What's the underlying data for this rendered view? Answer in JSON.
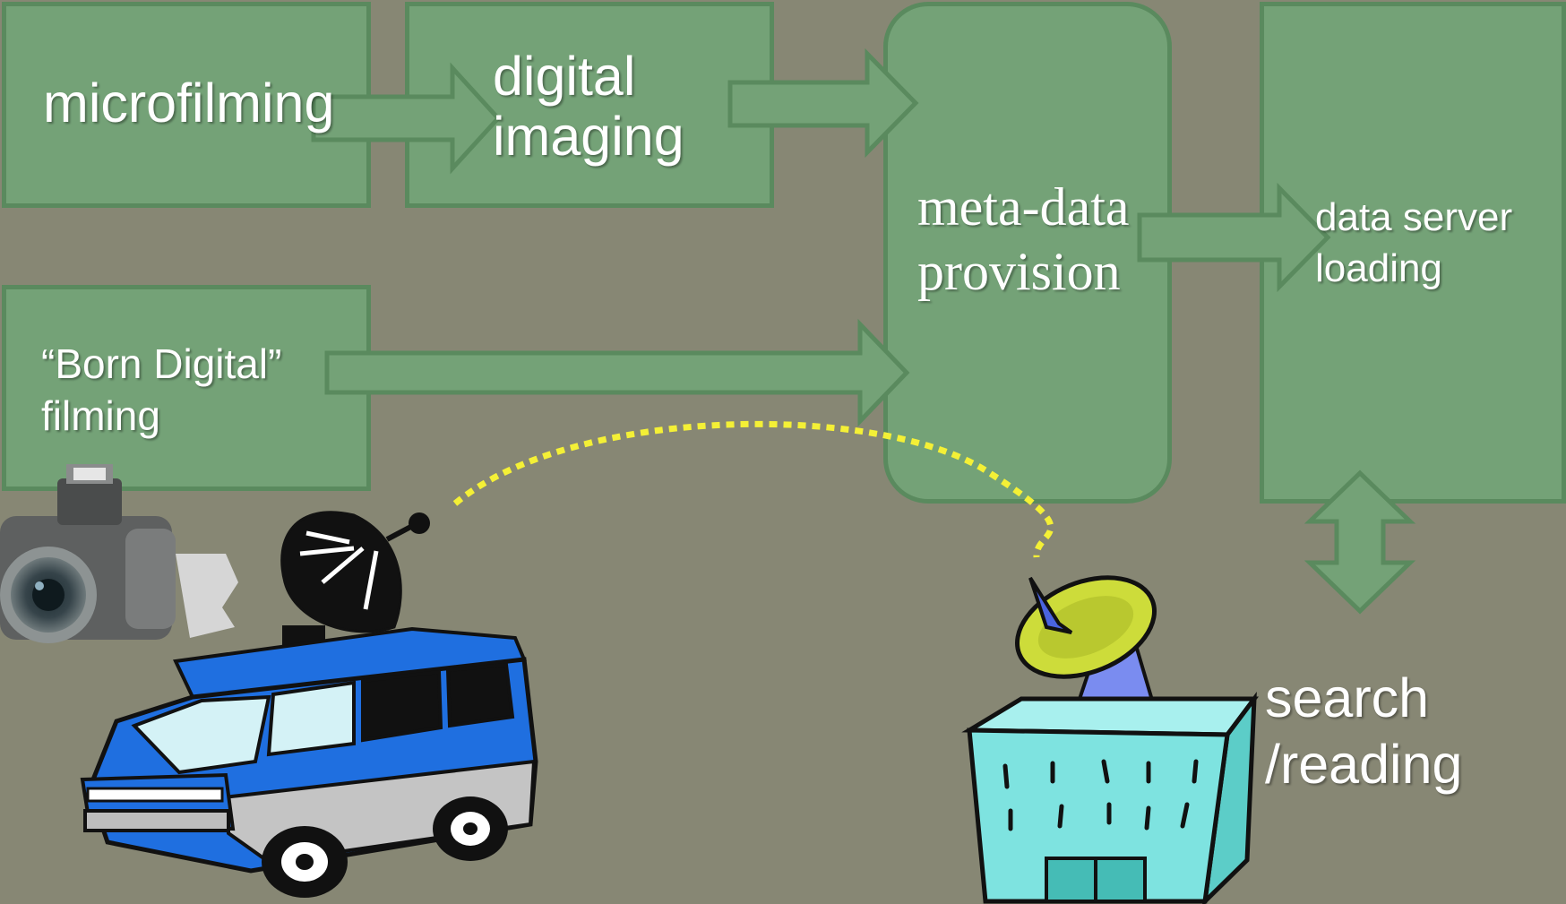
{
  "diagram": {
    "nodes": {
      "microfilming": {
        "label": "microfilming"
      },
      "digital_imaging": {
        "lines": [
          "digital",
          "imaging"
        ]
      },
      "born_digital": {
        "lines": [
          "“Born Digital”",
          "filming"
        ]
      },
      "metadata": {
        "lines": [
          "meta-data",
          "provision"
        ]
      },
      "data_server": {
        "lines": [
          "data server",
          "loading"
        ]
      },
      "search": {
        "lines": [
          "search",
          "/reading"
        ]
      }
    },
    "icons": {
      "camera": "camera-icon",
      "van": "satellite-van-icon",
      "building": "satellite-building-icon",
      "link": "wireless-link-icon"
    },
    "colors": {
      "background": "#878774",
      "box_fill": "#74a277",
      "box_border": "#5a8a5e",
      "link": "#f4f036",
      "van_body": "#1f6fe0",
      "building": "#7ee3e0",
      "dish": "#cddc3a"
    }
  }
}
